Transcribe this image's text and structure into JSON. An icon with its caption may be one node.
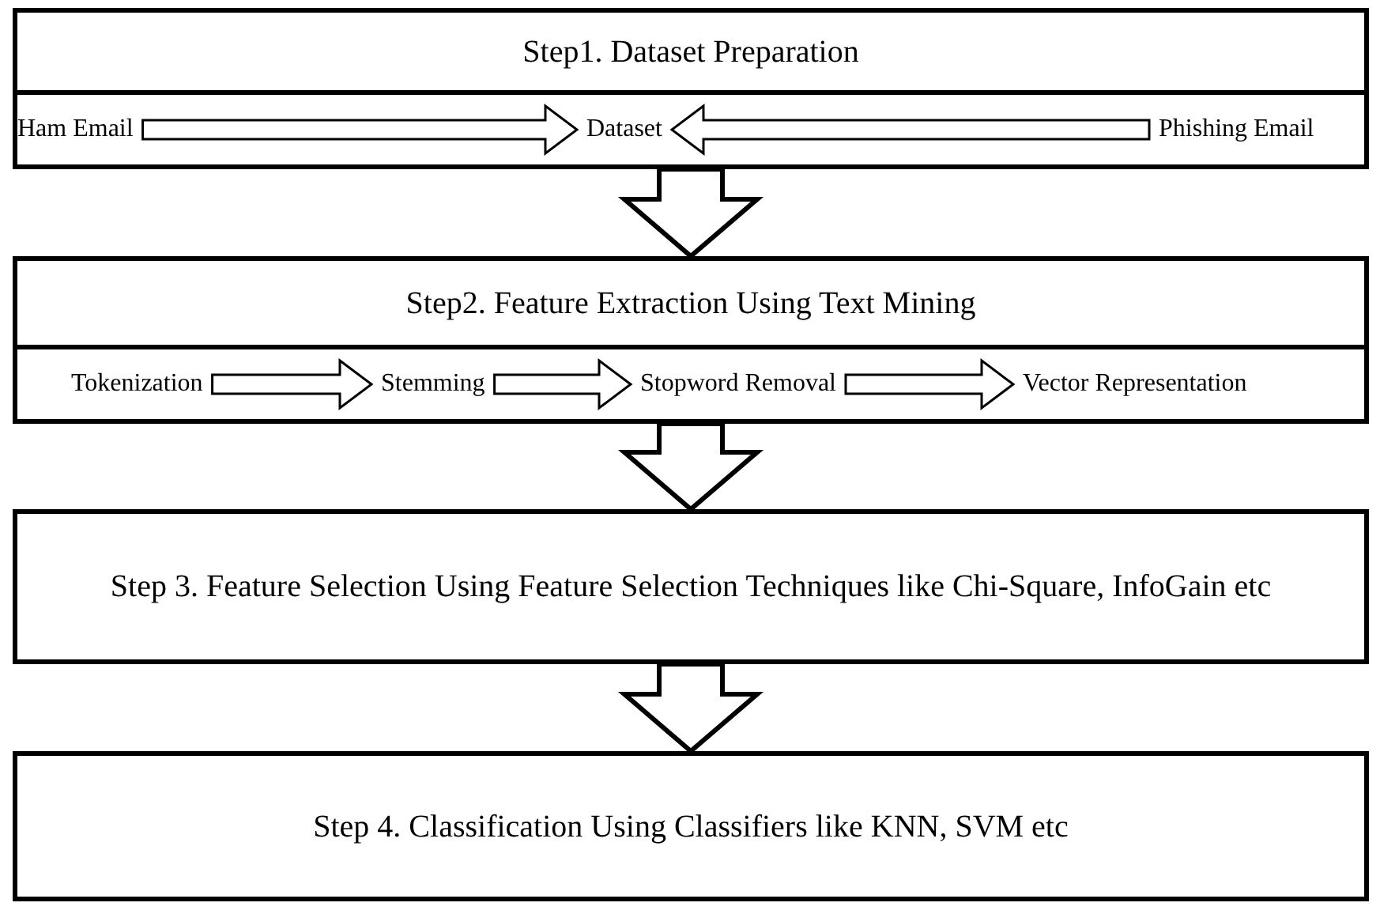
{
  "diagram": {
    "nodes": [
      {
        "text": [
          "Step1. Dataset Preparation"
        ]
      },
      {
        "text": [
          "Ham Email"
        ],
        "in": 0
      },
      {
        "text": [
          "Dataset"
        ],
        "in": 0
      },
      {
        "text": [
          "Phishing Email"
        ],
        "in": 0
      },
      {
        "text": [
          "Step2. Feature Extraction Using Text Mining"
        ]
      },
      {
        "text": [
          "Tokenization"
        ],
        "in": 4
      },
      {
        "text": [
          "Stemming"
        ],
        "in": 4
      },
      {
        "text": [
          "Stopword Removal"
        ],
        "in": 4
      },
      {
        "text": [
          "Vector Representation"
        ],
        "in": 4
      },
      {
        "text": [
          "Step 3. Feature Selection Using Feature Selection Techniques like Chi-Square, InfoGain etc"
        ]
      },
      {
        "text": [
          "Step 4. Classification Using  Classifiers like KNN, SVM etc"
        ]
      }
    ],
    "edges": [
      {
        "from": 1,
        "to": 2,
        "arrow": "to"
      },
      {
        "from": 3,
        "to": 2,
        "arrow": "to"
      },
      {
        "from": 0,
        "to": 4,
        "arrow": "to"
      },
      {
        "from": 5,
        "to": 6,
        "arrow": "to"
      },
      {
        "from": 6,
        "to": 7,
        "arrow": "to"
      },
      {
        "from": 7,
        "to": 8,
        "arrow": "to"
      },
      {
        "from": 4,
        "to": 9,
        "arrow": "to"
      },
      {
        "from": 9,
        "to": 10,
        "arrow": "to"
      }
    ]
  }
}
